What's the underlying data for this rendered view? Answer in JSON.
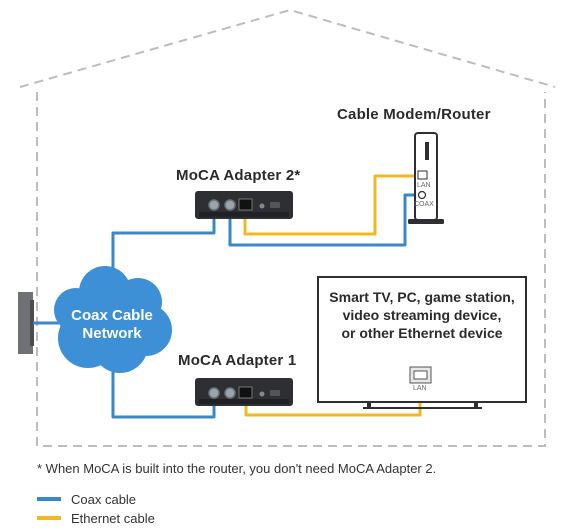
{
  "diagram": {
    "router_label": "Cable Modem/Router",
    "adapter2_label": "MoCA Adapter 2*",
    "adapter1_label": "MoCA Adapter 1",
    "cloud_line1": "Coax Cable",
    "cloud_line2": "Network",
    "device_line1": "Smart TV, PC, game station,",
    "device_line2": "video streaming device,",
    "device_line3": "or other Ethernet device",
    "router_port_lan": "LAN",
    "router_port_coax": "COAX",
    "device_port_lan": "LAN",
    "footnote": "* When MoCA is built into the router, you don't need MoCA Adapter 2.",
    "colors": {
      "coax": "#3a87c9",
      "ethernet": "#f2b824",
      "cloud": "#3d8fd6",
      "house_outline": "#bdbdbd",
      "device": "#2d2f33"
    }
  },
  "legend": [
    {
      "label": "Coax cable",
      "color": "#3a87c9"
    },
    {
      "label": "Ethernet cable",
      "color": "#f2b824"
    }
  ]
}
